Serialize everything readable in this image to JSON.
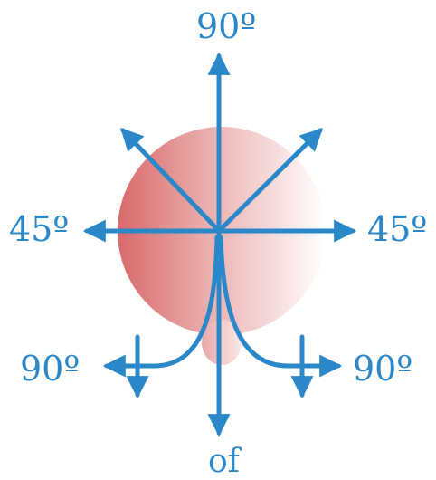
{
  "labels": {
    "top": "90º",
    "left_mid": "45º",
    "right_mid": "45º",
    "left_low": "90º",
    "right_low": "90º",
    "bottom": "of"
  },
  "colors": {
    "arrow": "#2a87c8",
    "label": "#2a87c8",
    "bulb_dark": "#d86a6a",
    "bulb_light": "#ffffff"
  }
}
